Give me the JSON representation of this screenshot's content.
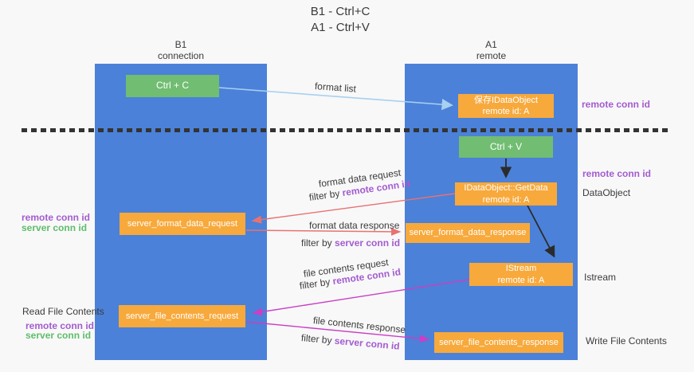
{
  "title": {
    "line1": "B1 - Ctrl+C",
    "line2": "A1 - Ctrl+V"
  },
  "columns": {
    "left": {
      "header_line1": "B1",
      "header_line2": "connection"
    },
    "right": {
      "header_line1": "A1",
      "header_line2": "remote"
    }
  },
  "nodes": {
    "ctrl_c": "Ctrl + C",
    "ctrl_v": "Ctrl + V",
    "save_dataobject": {
      "line1": "保存IDataObject",
      "line2": "remote id: A"
    },
    "getdata": {
      "line1": "IDataObject::GetData",
      "line2": "remote id: A"
    },
    "istream": {
      "line1": "IStream",
      "line2": "remote id: A"
    },
    "server_format_data_request": "server_format_data_request",
    "server_format_data_response": "server_format_data_response",
    "server_file_contents_request": "server_file_contents_request",
    "server_file_contents_response": "server_file_contents_response"
  },
  "arrow_labels": {
    "format_list": "format list",
    "format_data_request": "format data request",
    "format_data_response": "format data response",
    "file_contents_request": "file contents request",
    "file_contents_response": "file contents response",
    "filter_by": "filter by ",
    "remote_conn_id": "remote conn id",
    "server_conn_id": "server conn id"
  },
  "side_labels": {
    "remote_conn_id": "remote conn id",
    "server_conn_id": "server conn id",
    "dataobject": "DataObject",
    "istream": "Istream",
    "read_file_contents": "Read File Contents",
    "write_file_contents": "Write File Contents"
  },
  "colors": {
    "column_blue": "#4b81d8",
    "box_green": "#71bd72",
    "box_orange": "#f7a93c",
    "arrow_lightblue": "#a8d0ef",
    "arrow_red": "#e87272",
    "arrow_magenta": "#ca3fc3",
    "arrow_black": "#2b2b2b",
    "text_purple": "#a35cce",
    "text_green": "#5fbd69",
    "dash_line": "#333333"
  }
}
